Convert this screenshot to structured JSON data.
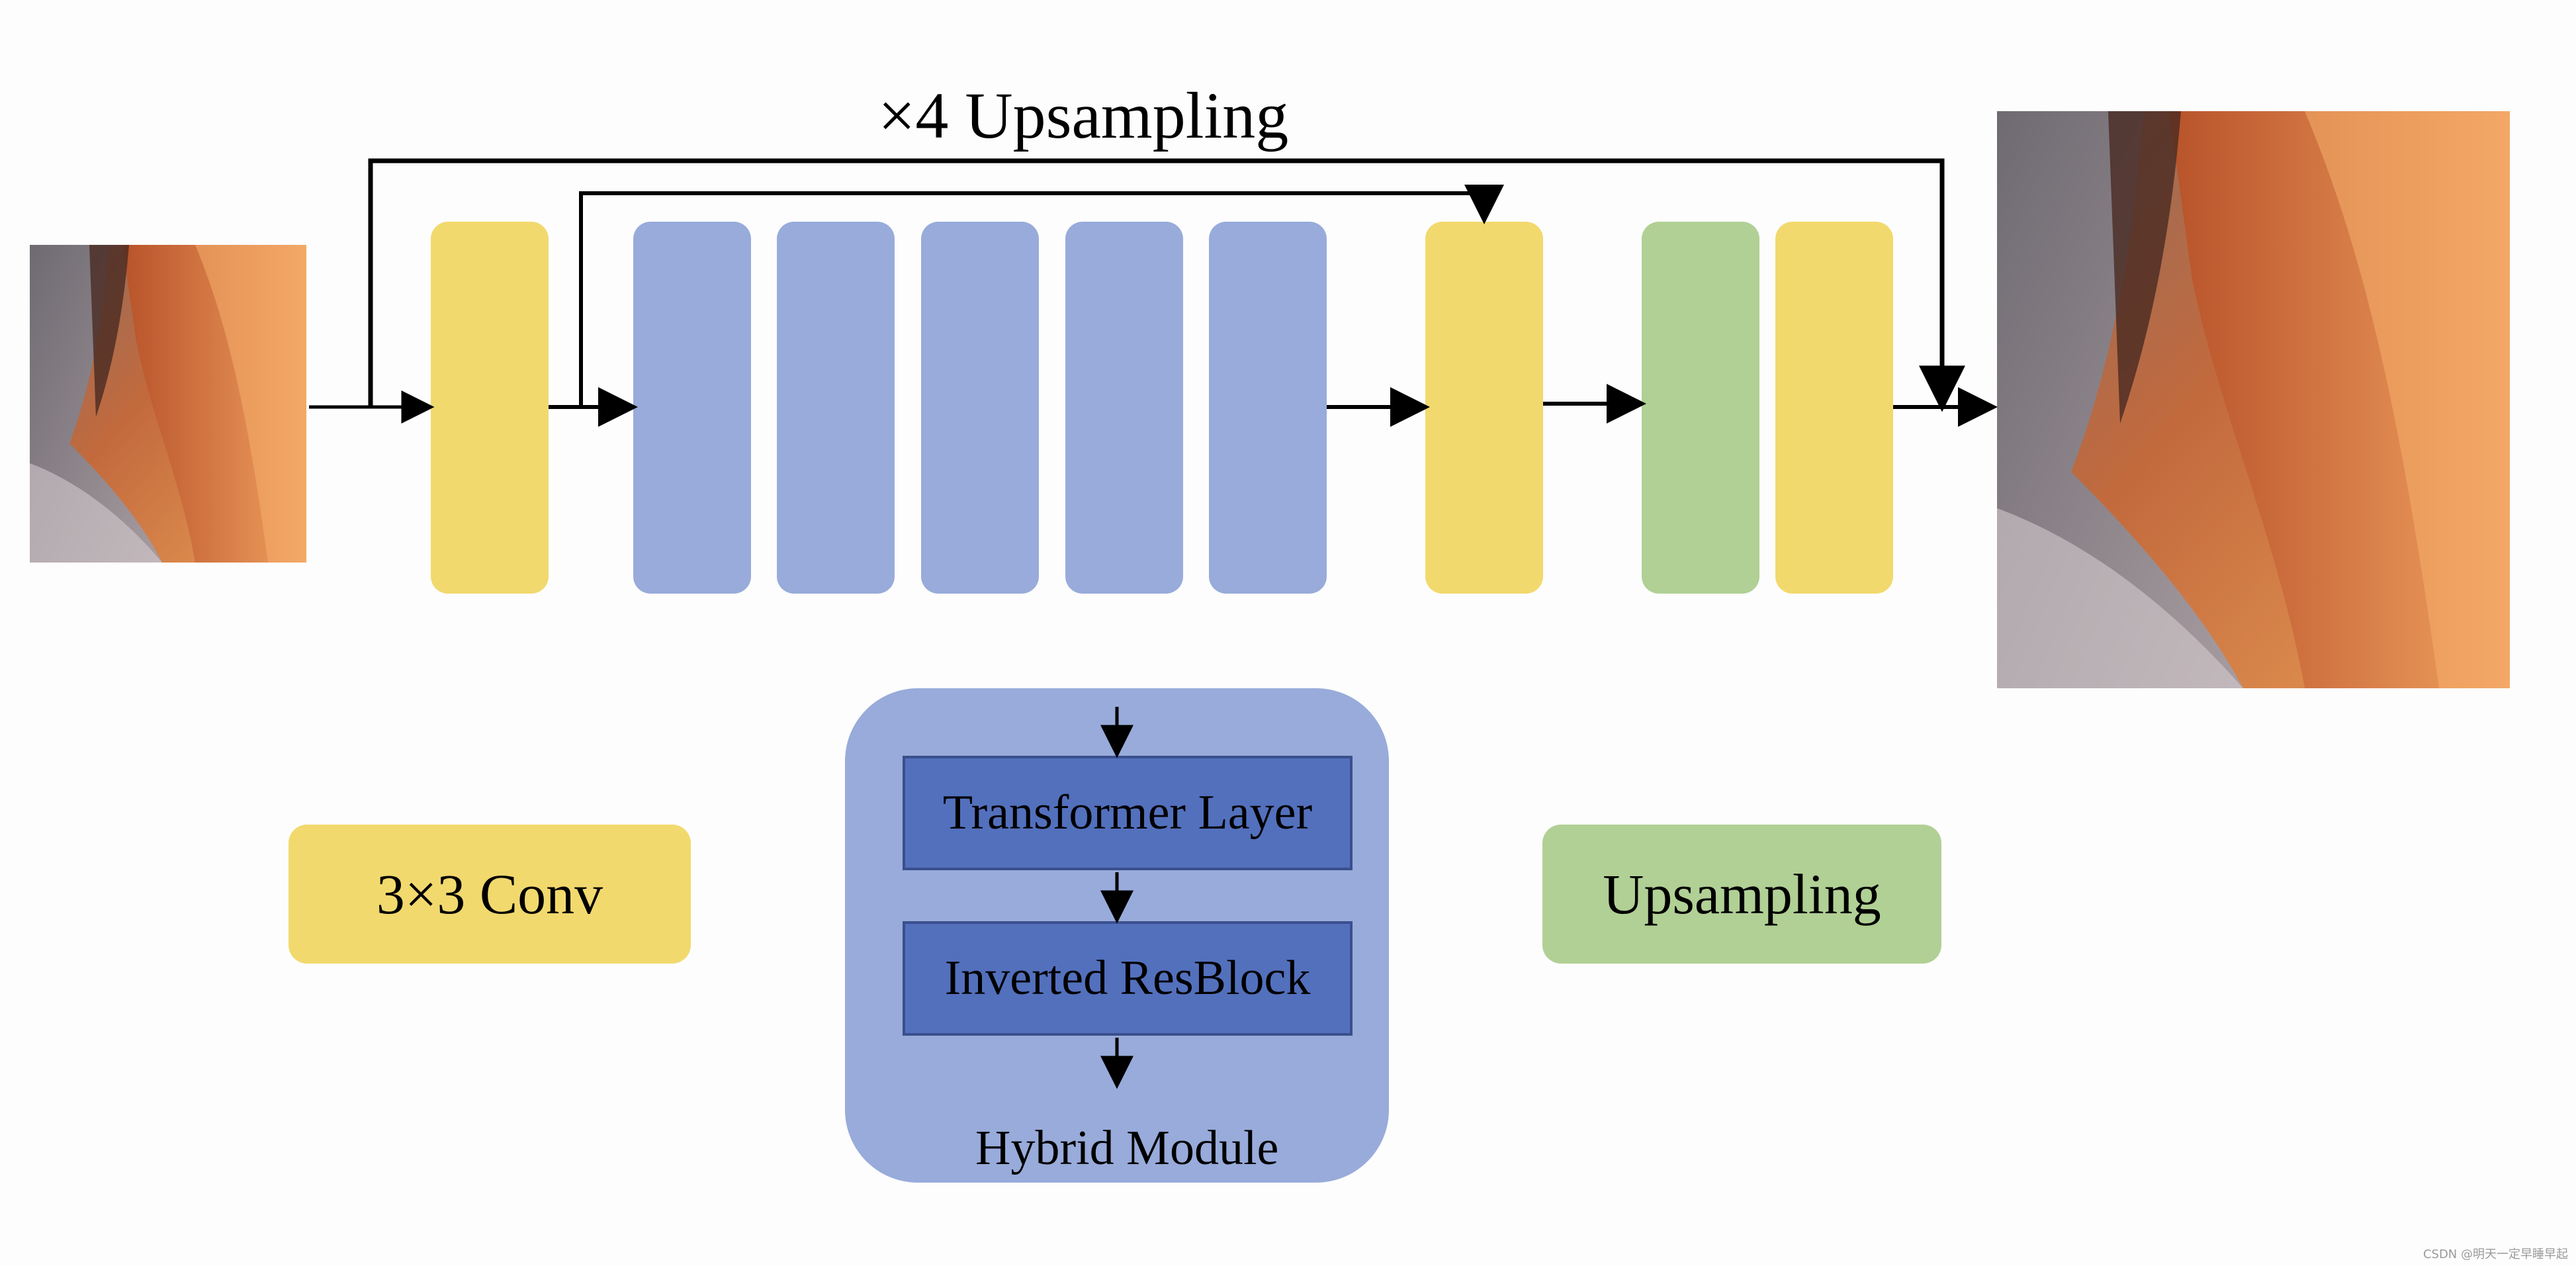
{
  "title": "×4 Upsampling",
  "legend": {
    "conv_label": "3×3 Conv",
    "upsampling_label": "Upsampling"
  },
  "hybrid_module": {
    "label": "Hybrid Module",
    "transformer_label": "Transformer Layer",
    "resblock_label": "Inverted ResBlock"
  },
  "watermark": "CSDN @明天一定早睡早起",
  "colors": {
    "conv": "#f2d96e",
    "hybrid": "#98abda",
    "hybrid_inner": "#5370bd",
    "upsampling": "#b1d095",
    "arrow": "#000000"
  },
  "icons": {
    "input_image": "canyon-photo-icon",
    "output_image": "canyon-photo-icon"
  }
}
